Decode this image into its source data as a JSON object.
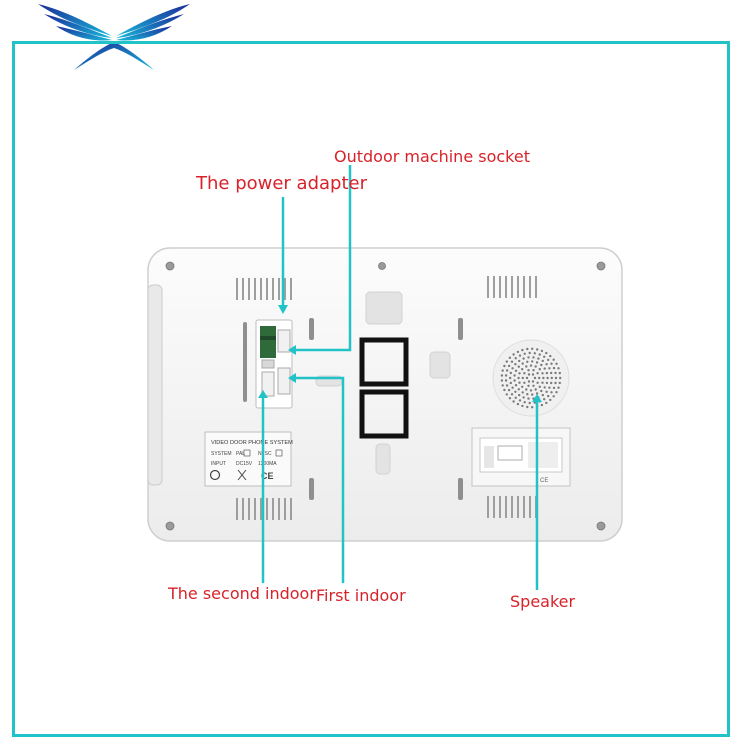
{
  "labels": {
    "outdoor_socket": "Outdoor machine socket",
    "power_adapter": "The power adapter",
    "second_indoor": "The second indoor",
    "first_indoor": "First indoor",
    "speaker": "Speaker"
  },
  "device": {
    "sticker_title": "VIDEO DOOR PHONE SYSTEM",
    "system_label": "SYSTEM",
    "pal_label": "PAL",
    "ntsc_label": "NTSC",
    "input_label": "INPUT",
    "voltage": "DC15V",
    "current": "1200MA",
    "ce_mark": "CE",
    "ce_mark_small": "CE"
  },
  "colors": {
    "frame": "#22c3c8",
    "callout_text": "#d8222a",
    "leader_line": "#22c3c8",
    "device_body": "#f7f7f7"
  }
}
